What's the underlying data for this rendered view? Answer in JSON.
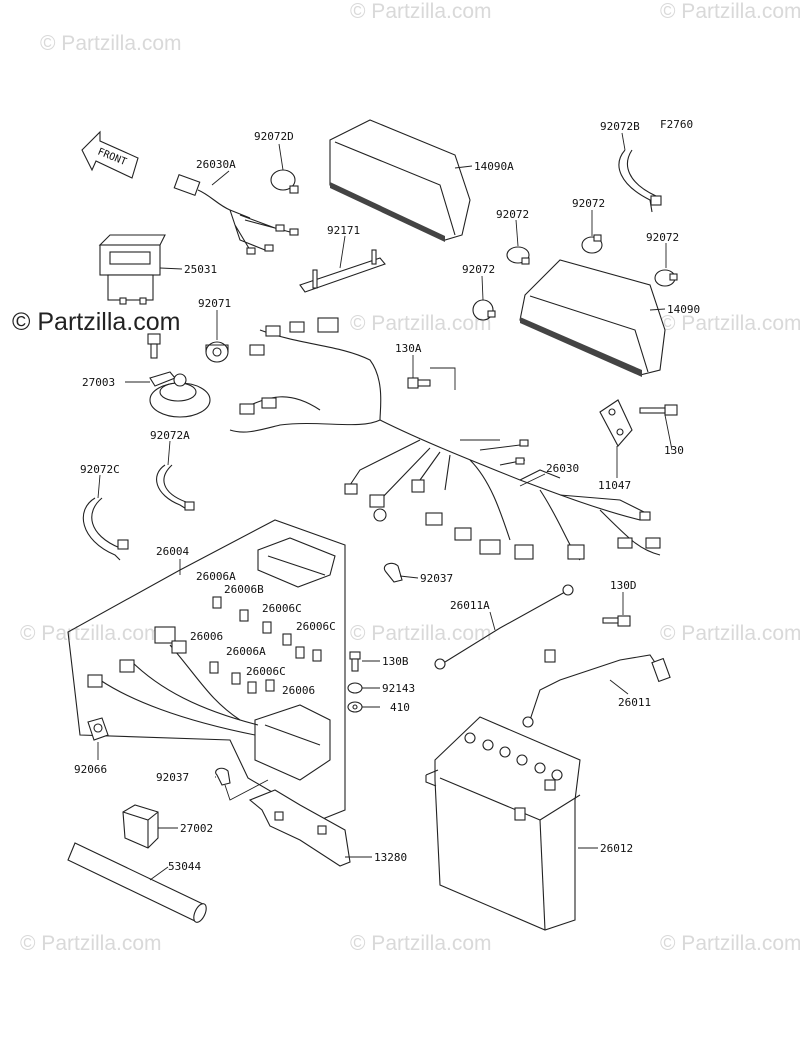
{
  "diagram_code": "F2760",
  "front_arrow_text": "FRONT",
  "watermark": {
    "text": "© Partzilla.com",
    "prominent_text": "© Partzilla.com"
  },
  "callouts": [
    {
      "id": "c-92072D",
      "text": "92072D"
    },
    {
      "id": "c-26030A",
      "text": "26030A"
    },
    {
      "id": "c-14090A",
      "text": "14090A"
    },
    {
      "id": "c-92072B",
      "text": "92072B"
    },
    {
      "id": "c-92072-a",
      "text": "92072"
    },
    {
      "id": "c-92072-b",
      "text": "92072"
    },
    {
      "id": "c-92072-c",
      "text": "92072"
    },
    {
      "id": "c-92072-d",
      "text": "92072"
    },
    {
      "id": "c-92171",
      "text": "92171"
    },
    {
      "id": "c-25031",
      "text": "25031"
    },
    {
      "id": "c-14090",
      "text": "14090"
    },
    {
      "id": "c-92071",
      "text": "92071"
    },
    {
      "id": "c-130A",
      "text": "130A"
    },
    {
      "id": "c-27003",
      "text": "27003"
    },
    {
      "id": "c-130",
      "text": "130"
    },
    {
      "id": "c-92072A",
      "text": "92072A"
    },
    {
      "id": "c-26030",
      "text": "26030"
    },
    {
      "id": "c-11047",
      "text": "11047"
    },
    {
      "id": "c-92072C",
      "text": "92072C"
    },
    {
      "id": "c-26004",
      "text": "26004"
    },
    {
      "id": "c-26006A-1",
      "text": "26006A"
    },
    {
      "id": "c-26006B",
      "text": "26006B"
    },
    {
      "id": "c-26006C-1",
      "text": "26006C"
    },
    {
      "id": "c-26006C-2",
      "text": "26006C"
    },
    {
      "id": "c-26006-1",
      "text": "26006"
    },
    {
      "id": "c-26006A-2",
      "text": "26006A"
    },
    {
      "id": "c-26006C-3",
      "text": "26006C"
    },
    {
      "id": "c-26006-2",
      "text": "26006"
    },
    {
      "id": "c-92037-a",
      "text": "92037"
    },
    {
      "id": "c-130D",
      "text": "130D"
    },
    {
      "id": "c-26011A",
      "text": "26011A"
    },
    {
      "id": "c-130B",
      "text": "130B"
    },
    {
      "id": "c-92143",
      "text": "92143"
    },
    {
      "id": "c-410",
      "text": "410"
    },
    {
      "id": "c-26011",
      "text": "26011"
    },
    {
      "id": "c-92066",
      "text": "92066"
    },
    {
      "id": "c-92037-b",
      "text": "92037"
    },
    {
      "id": "c-27002",
      "text": "27002"
    },
    {
      "id": "c-13280",
      "text": "13280"
    },
    {
      "id": "c-26012",
      "text": "26012"
    },
    {
      "id": "c-53044",
      "text": "53044"
    }
  ]
}
